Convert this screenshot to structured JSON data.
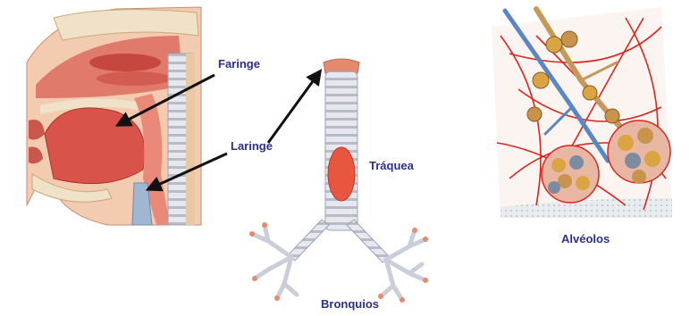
{
  "labels": {
    "faringe": "Faringe",
    "laringe": "Laringe",
    "traquea": "Tráquea",
    "bronquios": "Bronquios",
    "alveolos": "Alvéolos"
  },
  "colors": {
    "label": "#2b2f8f",
    "tissue": "#d9534a",
    "tissue_light": "#f2a98e",
    "cartilage": "#dfe2e8",
    "bone": "#efe2c8",
    "vessel_red": "#d8261e",
    "vessel_blue": "#5b86c4",
    "alveoli_gold": "#d9a441",
    "arrow": "#111111"
  }
}
